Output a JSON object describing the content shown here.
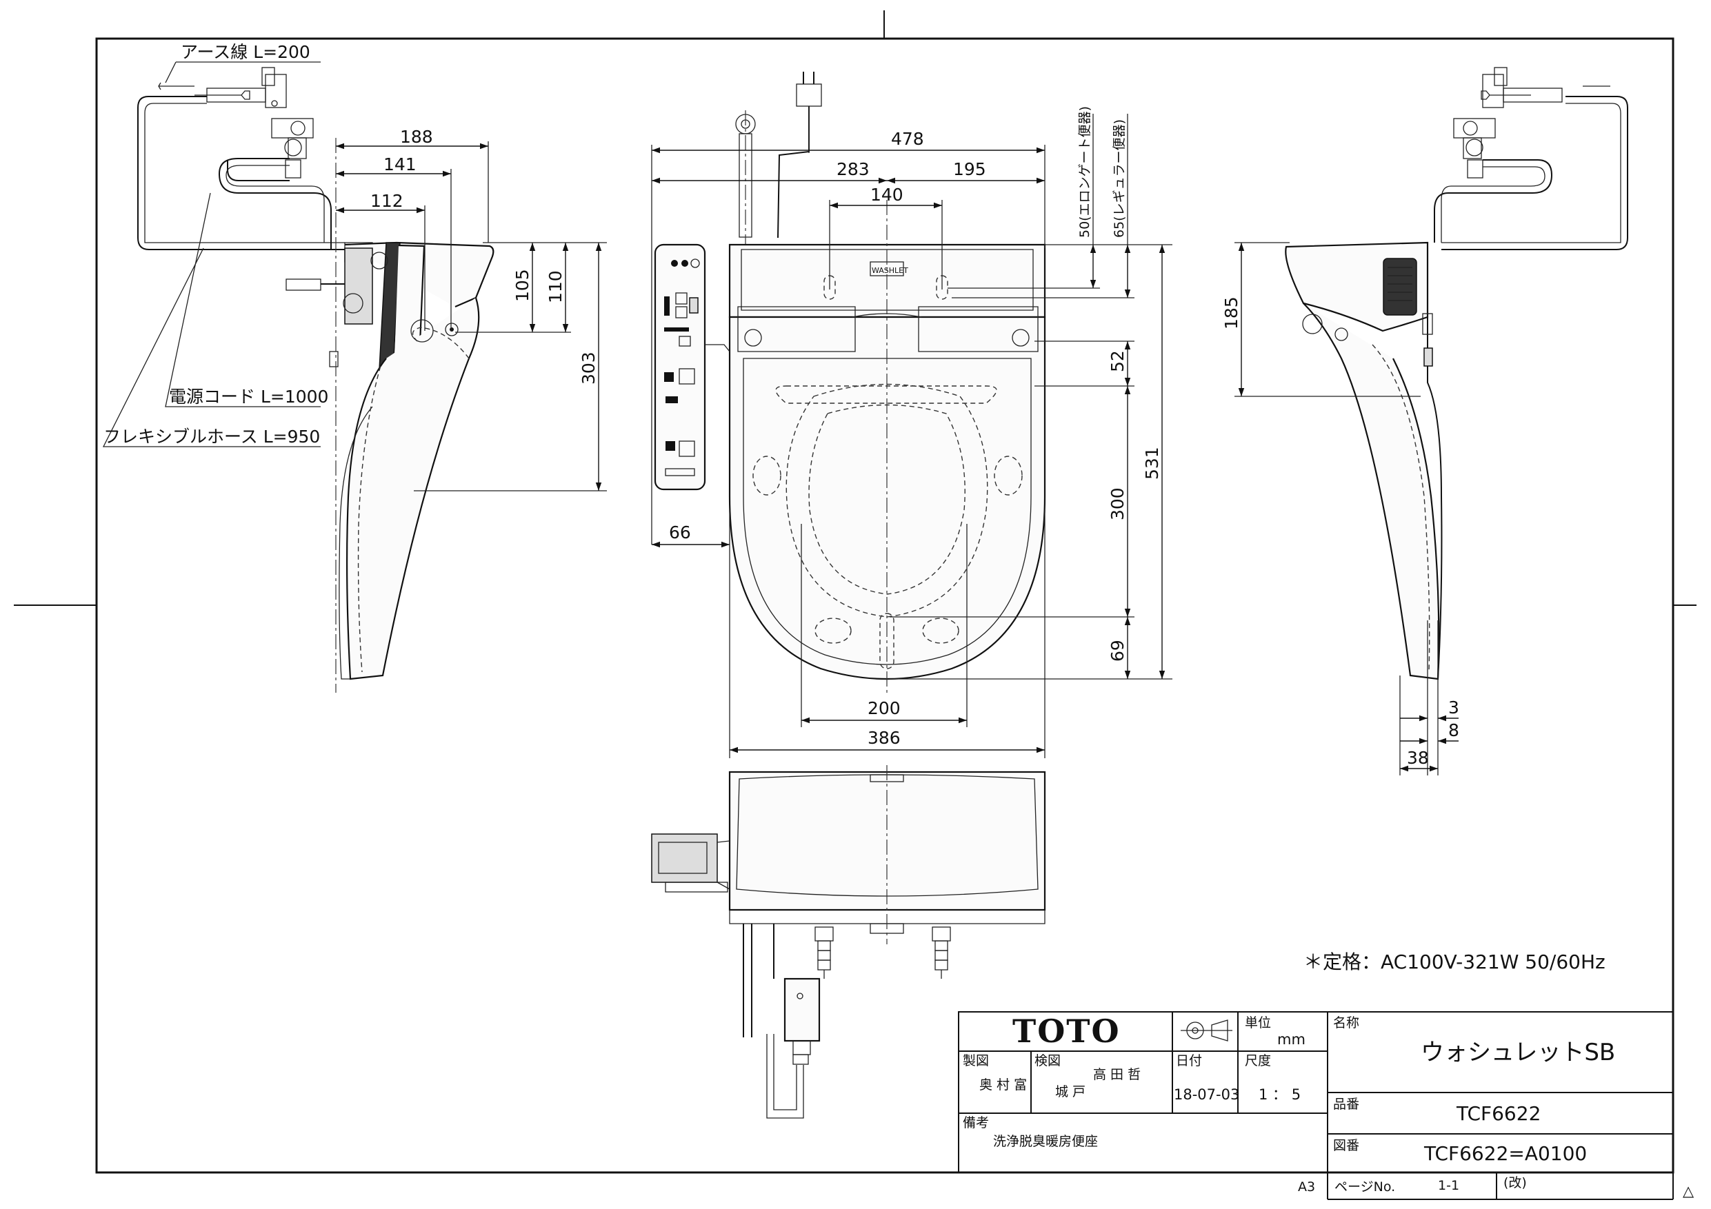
{
  "callouts": {
    "earth_wire": "アース線 L=200",
    "power_cord": "電源コード L=1000",
    "flex_hose": "フレキシブルホース L=950"
  },
  "dimensions": {
    "side_188": "188",
    "side_141": "141",
    "side_112": "112",
    "side_105": "105",
    "side_110": "110",
    "side_303": "303",
    "top_478": "478",
    "top_283": "283",
    "top_195": "195",
    "top_140": "140",
    "top_50": "50(エロンゲート便器)",
    "top_65": "65(レギュラー便器)",
    "top_52": "52",
    "top_531": "531",
    "top_300": "300",
    "top_69": "69",
    "top_66": "66",
    "top_200": "200",
    "top_386": "386",
    "right_185": "185",
    "right_3": "3",
    "right_8": "8",
    "right_38": "38"
  },
  "rating": "＊定格：AC100V-321W 50/60Hz",
  "title_block": {
    "logo": "TOTO",
    "unit_label": "単位",
    "unit_value": "mm",
    "name_label": "名称",
    "name_value": "ウォシュレットSB",
    "drawn_label": "製図",
    "drawn_name": "奥 村 富",
    "check_label": "検図",
    "check_name_1": "城 戸",
    "check_name_2": "高 田 哲",
    "date_label": "日付",
    "date_value": "18-07-03",
    "scale_label": "尺度",
    "scale_value": "1 ： 5",
    "part_label": "品番",
    "part_value": "TCF6622",
    "remarks_label": "備考",
    "remarks_value": "洗浄脱臭暖房便座",
    "dwg_label": "図番",
    "dwg_value": "TCF6622=A0100",
    "paper_size": "A3",
    "page_label": "ページNo.",
    "page_value": "1-1",
    "rev_label": "(改)",
    "rev_mark": "△"
  },
  "remote_labels": {
    "brand": "WASHLET"
  }
}
